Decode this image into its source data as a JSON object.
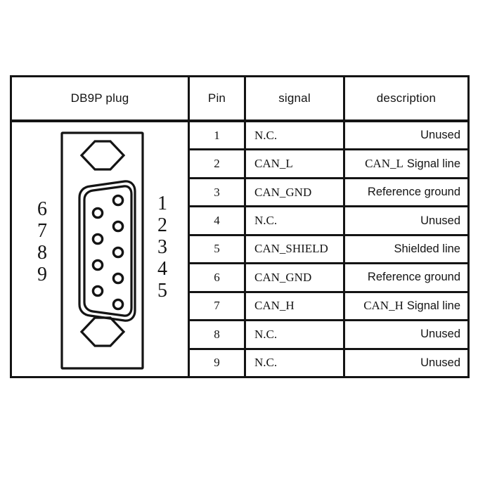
{
  "table": {
    "headers": {
      "plug": "DB9P  plug",
      "pin": "Pin",
      "signal": "signal",
      "description": "description"
    },
    "rows": [
      {
        "pin": "1",
        "signal": "N.C.",
        "desc_prefix": "",
        "desc": "Unused"
      },
      {
        "pin": "2",
        "signal": "CAN_L",
        "desc_prefix": "CAN_L",
        "desc": "Signal line"
      },
      {
        "pin": "3",
        "signal": "CAN_GND",
        "desc_prefix": "",
        "desc": "Reference ground"
      },
      {
        "pin": "4",
        "signal": "N.C.",
        "desc_prefix": "",
        "desc": "Unused"
      },
      {
        "pin": "5",
        "signal": "CAN_SHIELD",
        "desc_prefix": "",
        "desc": "Shielded line"
      },
      {
        "pin": "6",
        "signal": "CAN_GND",
        "desc_prefix": "",
        "desc": "Reference ground"
      },
      {
        "pin": "7",
        "signal": "CAN_H",
        "desc_prefix": "CAN_H",
        "desc": "Signal line"
      },
      {
        "pin": "8",
        "signal": "N.C.",
        "desc_prefix": "",
        "desc": "Unused"
      },
      {
        "pin": "9",
        "signal": "N.C.",
        "desc_prefix": "",
        "desc": "Unused"
      }
    ]
  },
  "connector": {
    "left_pin_labels": [
      "6",
      "7",
      "8",
      "9"
    ],
    "right_pin_labels": [
      "1",
      "2",
      "3",
      "4",
      "5"
    ]
  },
  "colors": {
    "ink": "#141414",
    "page": "#ffffff"
  }
}
